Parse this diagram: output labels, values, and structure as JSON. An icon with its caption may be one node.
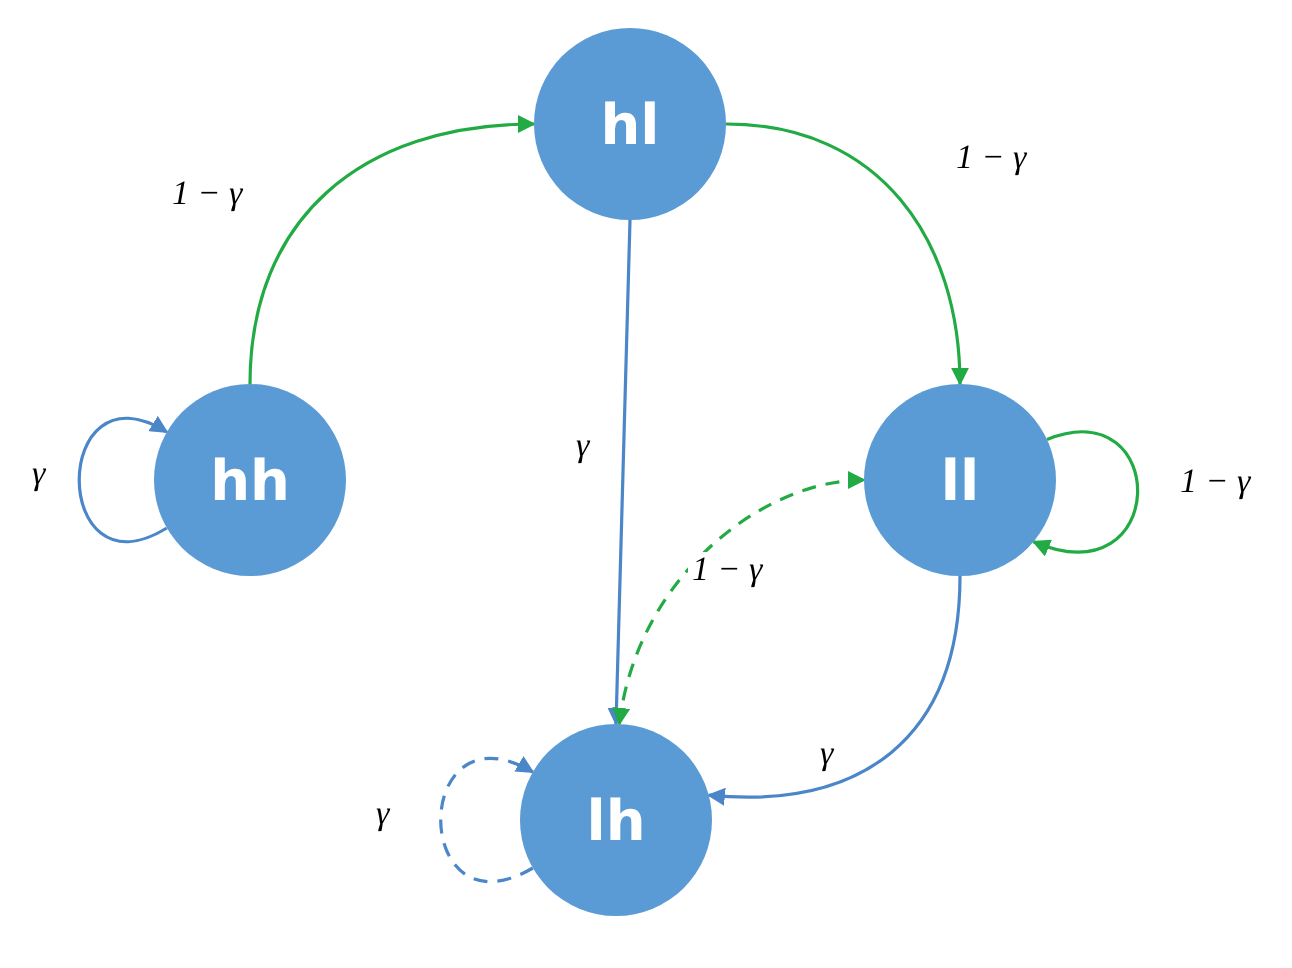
{
  "diagram": {
    "nodes": [
      {
        "text": [
          "hl"
        ]
      },
      {
        "text": [
          "hh"
        ]
      },
      {
        "text": [
          "ll"
        ]
      },
      {
        "text": [
          "lh"
        ]
      }
    ],
    "edges": [
      {
        "from": 1,
        "to": 1,
        "arrow": "to",
        "label": "γ",
        "color": "#4a86c8"
      },
      {
        "from": 1,
        "to": 0,
        "arrow": "to",
        "label": "1 − γ",
        "color": "#22aa44"
      },
      {
        "from": 0,
        "to": 2,
        "arrow": "to",
        "label": "1 − γ",
        "color": "#22aa44"
      },
      {
        "from": 0,
        "to": 3,
        "arrow": "to",
        "label": "γ",
        "color": "#4a86c8"
      },
      {
        "from": 2,
        "to": 2,
        "arrow": "to",
        "label": "1 − γ",
        "color": "#22aa44"
      },
      {
        "from": 3,
        "to": 2,
        "arrow": "both",
        "label": "1 − γ",
        "style": "dashed",
        "color": "#22aa44"
      },
      {
        "from": 2,
        "to": 3,
        "arrow": "to",
        "label": "γ",
        "color": "#4a86c8"
      },
      {
        "from": 3,
        "to": 3,
        "arrow": "to",
        "label": "γ",
        "style": "dashed",
        "color": "#4a86c8"
      }
    ]
  }
}
